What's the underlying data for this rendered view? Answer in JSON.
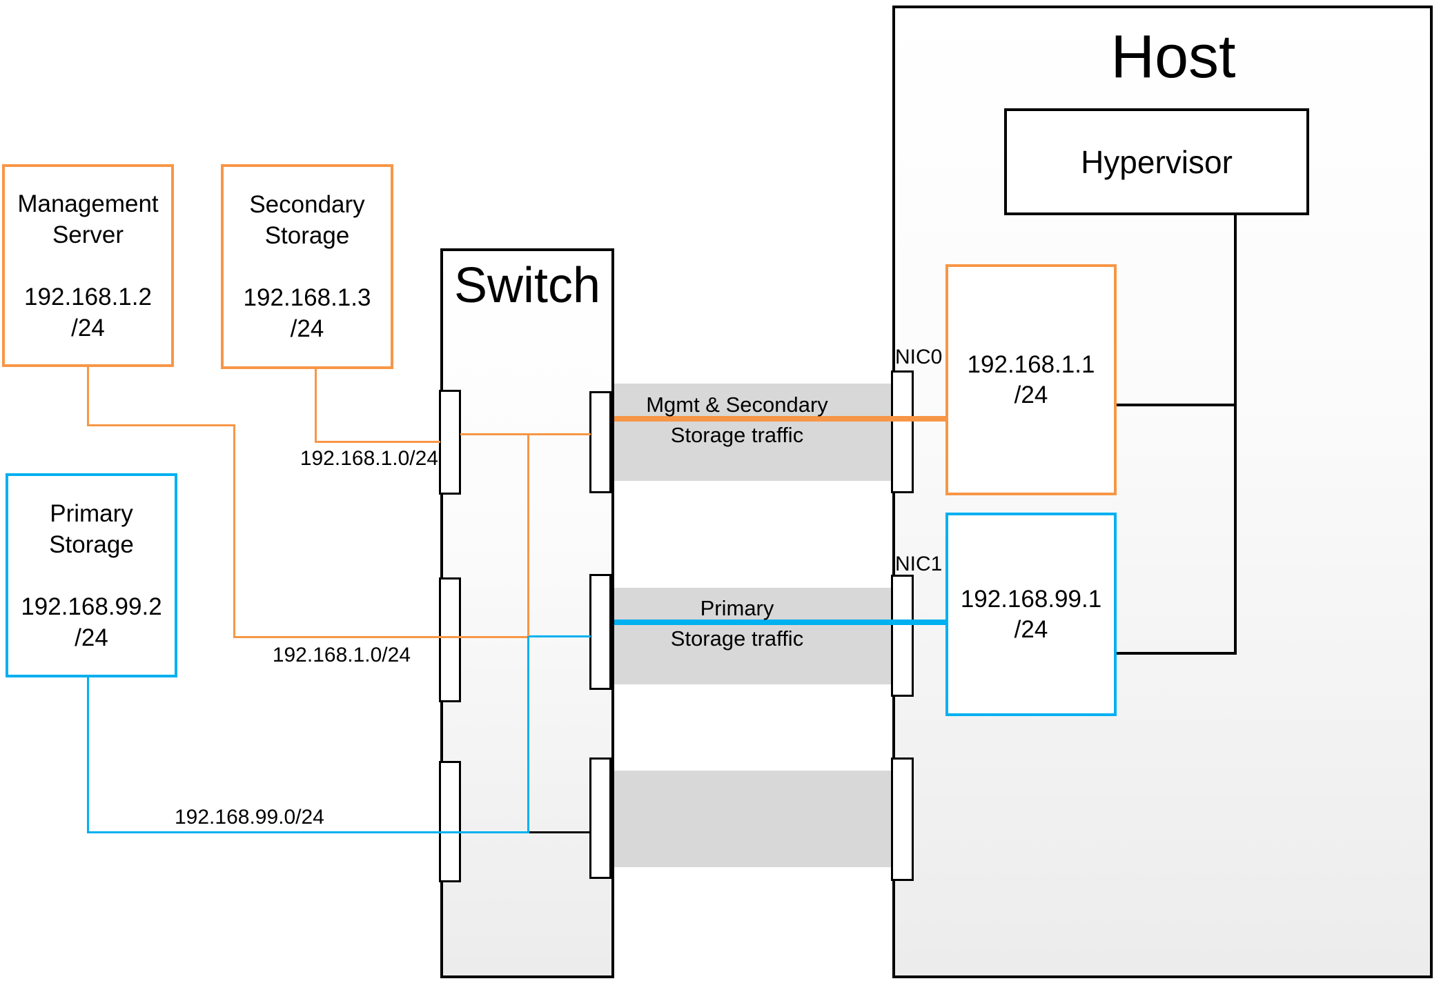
{
  "nodes": {
    "management_server": {
      "name_line1": "Management",
      "name_line2": "Server",
      "ip": "192.168.1.2",
      "mask": "/24"
    },
    "secondary_storage": {
      "name_line1": "Secondary",
      "name_line2": "Storage",
      "ip": "192.168.1.3",
      "mask": "/24"
    },
    "primary_storage": {
      "name_line1": "Primary",
      "name_line2": "Storage",
      "ip": "192.168.99.2",
      "mask": "/24"
    },
    "switch_device": {
      "label": "Switch"
    },
    "host": {
      "label": "Host"
    },
    "hypervisor": {
      "label": "Hypervisor"
    },
    "nic0": {
      "port_label": "NIC0",
      "ip": "192.168.1.1",
      "mask": "/24"
    },
    "nic1": {
      "port_label": "NIC1",
      "ip": "192.168.99.1",
      "mask": "/24"
    }
  },
  "subnet_labels": {
    "secondary_link": "192.168.1.0/24",
    "management_link": "192.168.1.0/24",
    "primary_link": "192.168.99.0/24"
  },
  "traffic_bands": {
    "mgmt_secondary": {
      "line1": "Mgmt & Secondary",
      "line2": "Storage traffic"
    },
    "primary": {
      "line1": "Primary",
      "line2": "Storage traffic"
    }
  },
  "colors": {
    "orange": "#F79646",
    "blue": "#00B0F0",
    "band_gray": "#D8D8D8",
    "line_black": "#000000"
  }
}
